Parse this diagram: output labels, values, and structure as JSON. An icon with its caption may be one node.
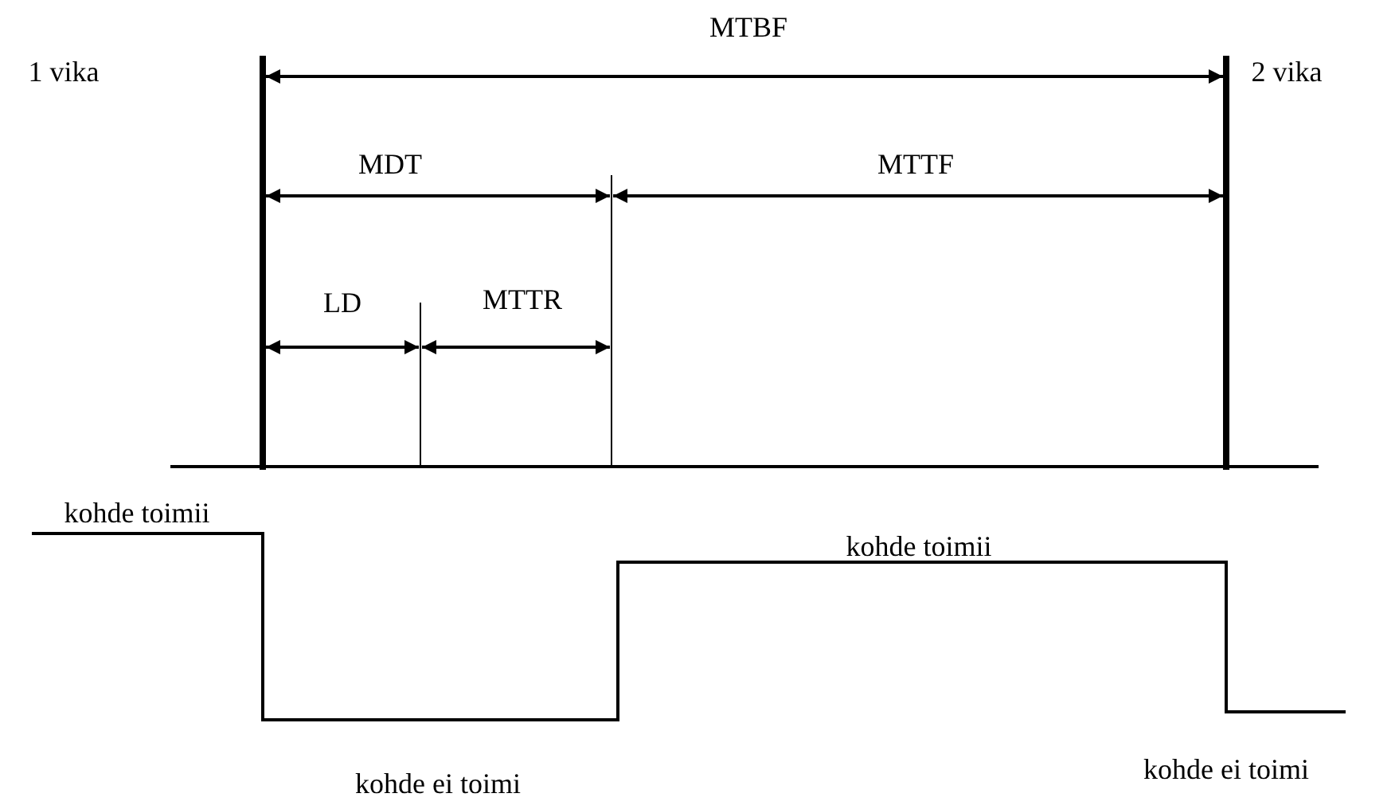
{
  "diagram": {
    "labels": [
      "1 vika",
      "MTBF",
      "2 vika",
      "MDT",
      "MTTF",
      "LD",
      "MTTR",
      "kohde toimii",
      "kohde toimii",
      "kohde ei toimi",
      "kohde ei toimi"
    ]
  }
}
